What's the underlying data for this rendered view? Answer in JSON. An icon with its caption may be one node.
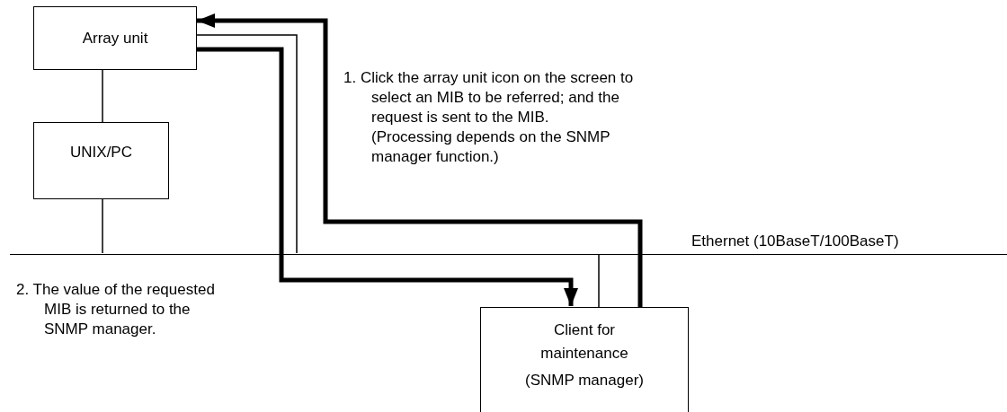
{
  "diagram": {
    "nodes": [
      {
        "text": [
          "Array unit"
        ]
      },
      {
        "text": [
          "UNIX/PC"
        ]
      },
      {
        "text": [],
        "shape": "bar"
      },
      {
        "text": [
          "Client for maintenance",
          "(SNMP manager)"
        ]
      }
    ],
    "edges": [
      {
        "from": 0,
        "to": 1,
        "arrow": "none"
      },
      {
        "from": 1,
        "to": 2,
        "arrow": "none"
      },
      {
        "from": 0,
        "to": 2,
        "arrow": "none"
      },
      {
        "from": 3,
        "to": 2,
        "arrow": "none"
      },
      {
        "from": 3,
        "to": 0,
        "arrow": "to",
        "style": "thick"
      },
      {
        "from": 0,
        "to": 3,
        "arrow": "to",
        "style": "thick"
      }
    ],
    "labels": [
      "1. Click the array unit icon on the screen to select an MIB to be referred; and the request is sent to the MIB.",
      "(Processing depends on the SNMP manager function.)",
      "2. The value of the requested MIB is returned to the SNMP manager.",
      "Ethernet (10BaseT/100BaseT)"
    ]
  }
}
